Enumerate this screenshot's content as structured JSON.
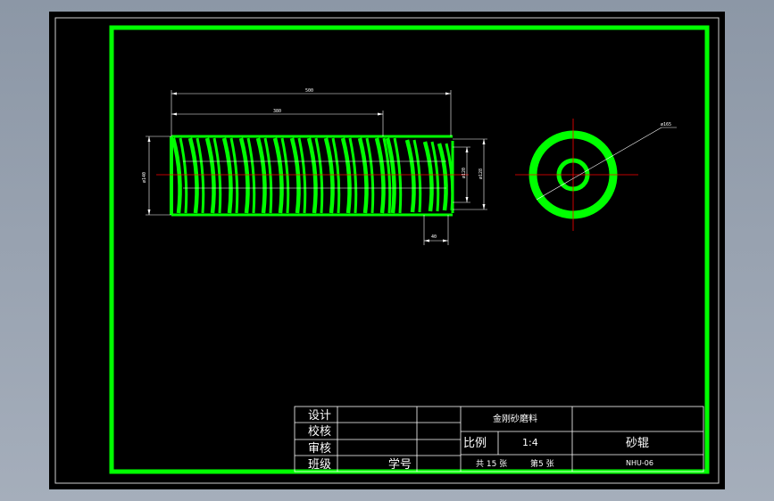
{
  "drawing": {
    "dimensions": {
      "overall_length": "500",
      "thread_length": "380",
      "left_diameter": "ø140",
      "right_diameter_1": "ø120",
      "right_diameter_2": "ø128",
      "end_length": "40",
      "end_view_diameter": "ø165"
    }
  },
  "title_block": {
    "designer_label": "设计",
    "checker_label": "校核",
    "reviewer_label": "审核",
    "class_label": "班级",
    "student_id_label": "学号",
    "material": "金刚砂磨料",
    "scale_label": "比例",
    "scale_value": "1:4",
    "part_name": "砂辊",
    "sheet_total": "共 15 张",
    "sheet_number": "第5 张",
    "drawing_number": "NHU-06"
  },
  "colors": {
    "outline": "#00ff00",
    "frame": "#ffffff",
    "centerline": "#ff0000",
    "background": "#000000"
  }
}
